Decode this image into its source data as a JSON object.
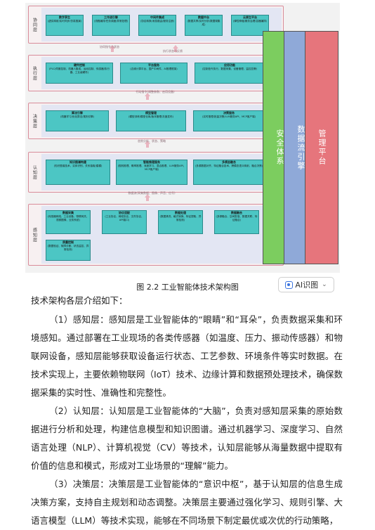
{
  "diagram": {
    "layers": {
      "xie": {
        "name": "协同层",
        "boxes": [
          {
            "title": "数字孪生",
            "text": "(虚实映射/实时同步/仿真推演)"
          },
          {
            "title": "工作流引擎",
            "text": "(流程编排/任务调度/异常处理)"
          },
          {
            "title": "中间件集成",
            "text": "(协议转换/消息路由/服务注册)"
          },
          {
            "title": "数据中台",
            "text": "(数据共享/实时分析/数据湖集成)"
          },
          {
            "title": "云原生平台",
            "text": "(弹性伸缩/服务治理/容器编排)"
          }
        ]
      },
      "zhixing": {
        "name": "执行层",
        "boxes": [
          {
            "title": "硬件控制",
            "text": "(PLC/伺服控制、机器人集成、运动控制、传感器/执行器、工业级硬件)"
          },
          {
            "title": "平台服务",
            "text": "(边缘计算平台、国产中间件、AI推理框架)"
          },
          {
            "title": "应用功能",
            "text": "(控制信令执行、数据采集、设备管理、监控告警)"
          }
        ]
      },
      "juece": {
        "name": "决策层",
        "boxes": [
          {
            "title": "算法引擎",
            "text": "(机器学习/优化算法/规则引擎)"
          },
          {
            "title": "模型管理",
            "text": "(模型训练/模型仓库/版本管理/灰度发布)"
          },
          {
            "title": "决策服务",
            "text": "(实时推理/批量决策/LLM服务API、MCP客户端)"
          }
        ]
      },
      "renzhi": {
        "name": "认知层",
        "boxes": [
          {
            "title": "知识图谱构建",
            "text": "(知识图谱技术、实体识别、关系抽取/建模)"
          },
          {
            "title": "智能推理服务",
            "text": "(规则推理、概率推理、深度学习、混合推理、LLM服务API、MCP客户端)"
          },
          {
            "title": "多模态融合",
            "text": "(多源数据对齐、特征融合技术、跨模态语义映射、融合决策)"
          }
        ]
      },
      "ganzhi": {
        "name": "感知层",
        "boxes": [
          {
            "title": "数据采集",
            "text": "(传感器网络、工业设备、物联网关、视频图像、业务系统)"
          },
          {
            "title": "协议适配",
            "text": "(工业协议、网络协议、文件协议、API接口)"
          },
          {
            "title": "数据处理",
            "text": "(数据清洗、格式转换、特征提取、异常检测)"
          },
          {
            "title": "数据融合",
            "text": "(多源融合、空间配准、数据关联、特征融合)"
          },
          {
            "title": "质量控制",
            "text": "(数据验证、故障诊断、状态监控、异常检测)"
          }
        ]
      }
    },
    "flows": {
      "f1": "协同指令与状态",
      "f2": "执行状态与反馈",
      "f3": "行动指令(调整参数、启用设备)",
      "f4": "态势分析、状态、策略",
      "f5": "数据流(采集数据、图像、声音、信号)"
    },
    "pillars": [
      {
        "label": "安全体系",
        "color": "#7ccd5f"
      },
      {
        "label": "数据流引擎",
        "color": "#8fa9d8"
      },
      {
        "label": "管理平台",
        "color": "#e6757c"
      }
    ]
  },
  "caption": "图 2.2 工业智能体技术架构图",
  "ai_button": {
    "label": "AI识图",
    "icon": "scan-icon"
  },
  "intro": "技术架构各层介绍如下：",
  "paragraphs": [
    "（1）感知层：感知层是工业智能体的“眼睛”和“耳朵”，负责数据采集和环境感知。通过部署在工业现场的各类传感器（如温度、压力、振动传感器）和物联网设备，感知层能够获取设备运行状态、工艺参数、环境条件等实时数据。在技术实现上，主要依赖物联网（IoT）技术、边缘计算和数据预处理技术，确保数据采集的实时性、准确性和完整性。",
    "（2）认知层：认知层是工业智能体的“大脑”，负责对感知层采集的原始数据进行分析和处理，构建信息模型和知识图谱。通过机器学习、深度学习、自然语言处理（NLP）、计算机视觉（CV）等技术，认知层能够从海量数据中提取有价值的信息和模式，形成对工业场景的“理解”能力。",
    "（3）决策层：决策层是工业智能体的“意识中枢”，基于认知层的信息生成决策方案，支持自主规划和动态调整。决策层主要通过强化学习、规则引擎、大语言模型（LLM）等技术实现，能够在不同场景下制定最优或次优的行动策略，"
  ]
}
